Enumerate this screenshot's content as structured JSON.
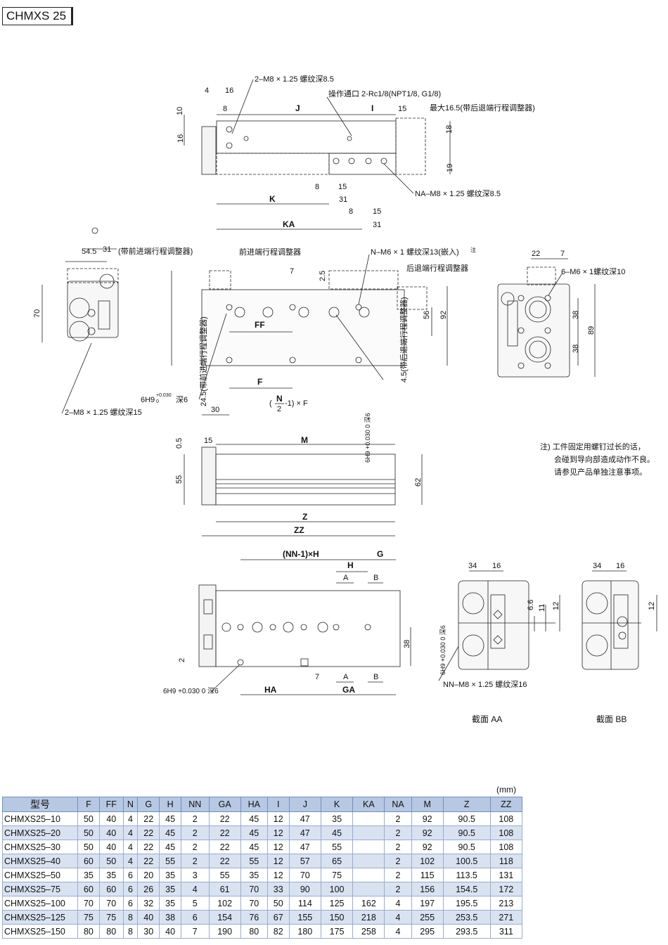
{
  "model_title": "CHMXS 25",
  "views": {
    "top": {
      "callout_thread": "2–M8 × 1.25 螺纹深8.5",
      "callout_port": "操作通口 2-Rc1/8(NPT1/8, G1/8)",
      "callout_max": "最大16.5(带后退端行程调整器)",
      "callout_na": "NA–M8 × 1.25 螺纹深8.5",
      "dims": [
        "4",
        "16",
        "8",
        "10",
        "16",
        "J",
        "I",
        "15",
        "18",
        "19",
        "8",
        "15",
        "31",
        "K",
        "8",
        "15",
        "31",
        "KA"
      ]
    },
    "front": {
      "callout_front_adj": "(带前进端行程调整器)",
      "callout_front_adj2": "前进端行程调整器",
      "callout_n": "N–M6 × 1 螺纹深13(嵌入)",
      "callout_note_mark": "注",
      "callout_rear_adj": "后退端行程调整器",
      "callout_m8": "2–M8 × 1.25 螺纹深15",
      "callout_hole": "6H9",
      "callout_tol": "+0.030",
      "callout_tol0": "0",
      "callout_depth": "深6",
      "callout_left_adj": "24.5(带前进端行程调整器)",
      "callout_right_adj": "4.5(带后退端行程调整器)",
      "callout_right_hole": "6H9 +0.030 0 深6",
      "formula_n": "N",
      "formula_two": "2",
      "formula_rest": "-1) × F",
      "formula_open": "(",
      "dims": [
        "54.5",
        "70",
        "31",
        "7",
        "2.5",
        "FF",
        "F",
        "30",
        "56",
        "92"
      ]
    },
    "right": {
      "callout": "6–M6 × 1螺纹深10",
      "dims": [
        "22",
        "7",
        "38",
        "38",
        "89"
      ]
    },
    "side": {
      "dims": [
        "0.5",
        "15",
        "M",
        "55",
        "62",
        "Z",
        "ZZ"
      ]
    },
    "bottom": {
      "dims": [
        "(NN-1)×H",
        "H",
        "G",
        "A",
        "B",
        "38",
        "2",
        "7",
        "A",
        "B",
        "HA",
        "GA"
      ],
      "callout_nn": "NN–M8 × 1.25 螺纹深16",
      "callout_hole": "6H9 +0.030 0 深6",
      "callout_hole_right": "6H9 +0.030 0 深6"
    },
    "sections": {
      "aa_dims": [
        "34",
        "16",
        "6.6",
        "11",
        "12"
      ],
      "bb_dims": [
        "34",
        "16",
        "12"
      ],
      "aa_label": "截面  AA",
      "bb_label": "截面  BB"
    }
  },
  "note": {
    "line1": "注) 工件固定用螺钉过长的话，",
    "line2": "会碰到导向部造成动作不良。",
    "line3": "请参见产品单独注意事项。"
  },
  "table": {
    "unit": "(mm)",
    "headers": [
      "型号",
      "F",
      "FF",
      "N",
      "G",
      "H",
      "NN",
      "GA",
      "HA",
      "I",
      "J",
      "K",
      "KA",
      "NA",
      "M",
      "Z",
      "ZZ"
    ],
    "rows": [
      [
        "CHMXS25–10",
        "50",
        "40",
        "4",
        "22",
        "45",
        "2",
        "22",
        "45",
        "12",
        "47",
        "35",
        "",
        "2",
        "92",
        "90.5",
        "108"
      ],
      [
        "CHMXS25–20",
        "50",
        "40",
        "4",
        "22",
        "45",
        "2",
        "22",
        "45",
        "12",
        "47",
        "45",
        "",
        "2",
        "92",
        "90.5",
        "108"
      ],
      [
        "CHMXS25–30",
        "50",
        "40",
        "4",
        "22",
        "45",
        "2",
        "22",
        "45",
        "12",
        "47",
        "55",
        "",
        "2",
        "92",
        "90.5",
        "108"
      ],
      [
        "CHMXS25–40",
        "60",
        "50",
        "4",
        "22",
        "55",
        "2",
        "22",
        "55",
        "12",
        "57",
        "65",
        "",
        "2",
        "102",
        "100.5",
        "118"
      ],
      [
        "CHMXS25–50",
        "35",
        "35",
        "6",
        "20",
        "35",
        "3",
        "55",
        "35",
        "12",
        "70",
        "75",
        "",
        "2",
        "115",
        "113.5",
        "131"
      ],
      [
        "CHMXS25–75",
        "60",
        "60",
        "6",
        "26",
        "35",
        "4",
        "61",
        "70",
        "33",
        "90",
        "100",
        "",
        "2",
        "156",
        "154.5",
        "172"
      ],
      [
        "CHMXS25–100",
        "70",
        "70",
        "6",
        "32",
        "35",
        "5",
        "102",
        "70",
        "50",
        "114",
        "125",
        "162",
        "4",
        "197",
        "195.5",
        "213"
      ],
      [
        "CHMXS25–125",
        "75",
        "75",
        "8",
        "40",
        "38",
        "6",
        "154",
        "76",
        "67",
        "155",
        "150",
        "218",
        "4",
        "255",
        "253.5",
        "271"
      ],
      [
        "CHMXS25–150",
        "80",
        "80",
        "8",
        "30",
        "40",
        "7",
        "190",
        "80",
        "82",
        "180",
        "175",
        "258",
        "4",
        "295",
        "293.5",
        "311"
      ]
    ]
  }
}
